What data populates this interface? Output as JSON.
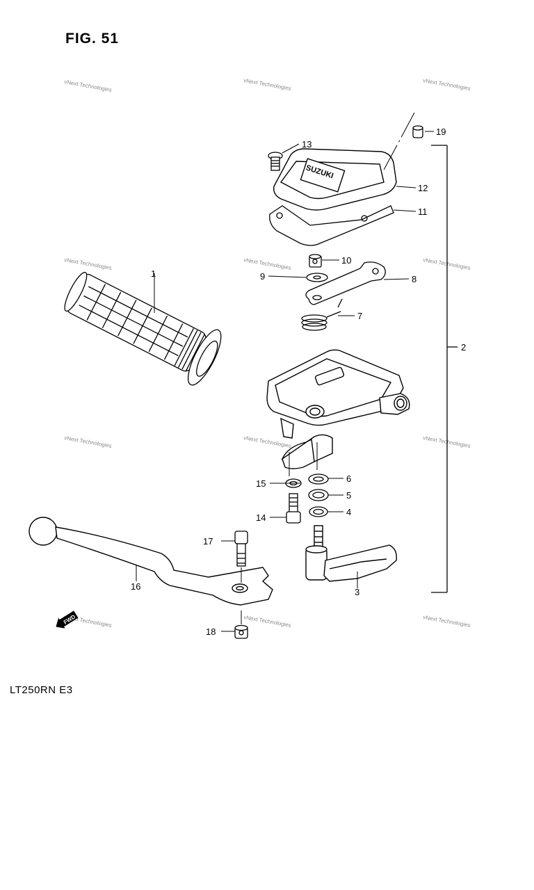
{
  "figure_title": "FIG. 51",
  "model_code": "LT250RN  E3",
  "watermark_text": "vNext Technologies",
  "callouts": {
    "c1": "1",
    "c2": "2",
    "c3": "3",
    "c4": "4",
    "c5": "5",
    "c6": "6",
    "c7": "7",
    "c8": "8",
    "c9": "9",
    "c10": "10",
    "c11": "11",
    "c12": "12",
    "c13": "13",
    "c14": "14",
    "c15": "15",
    "c16": "16",
    "c17": "17",
    "c18": "18",
    "c19": "19"
  },
  "cover_brand": "SUZUKI",
  "direction_badge": "FWD",
  "colors": {
    "line": "#000000",
    "watermark": "#8a8a8a"
  }
}
